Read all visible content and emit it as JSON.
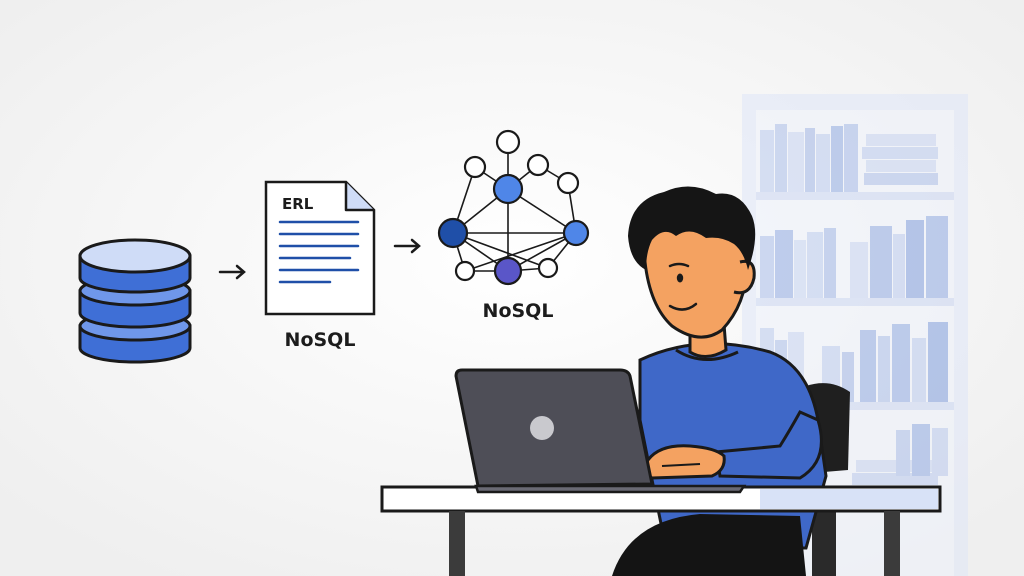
{
  "document": {
    "header_text": "ERL",
    "caption": "NoSQL"
  },
  "graph": {
    "caption": "NoSQL"
  },
  "colors": {
    "accent_blue": "#3f6fd6",
    "dark_blue": "#1f4fa8",
    "purple": "#5a56c8",
    "outline": "#1a1a1a",
    "shelf": "#c9d5f2"
  }
}
